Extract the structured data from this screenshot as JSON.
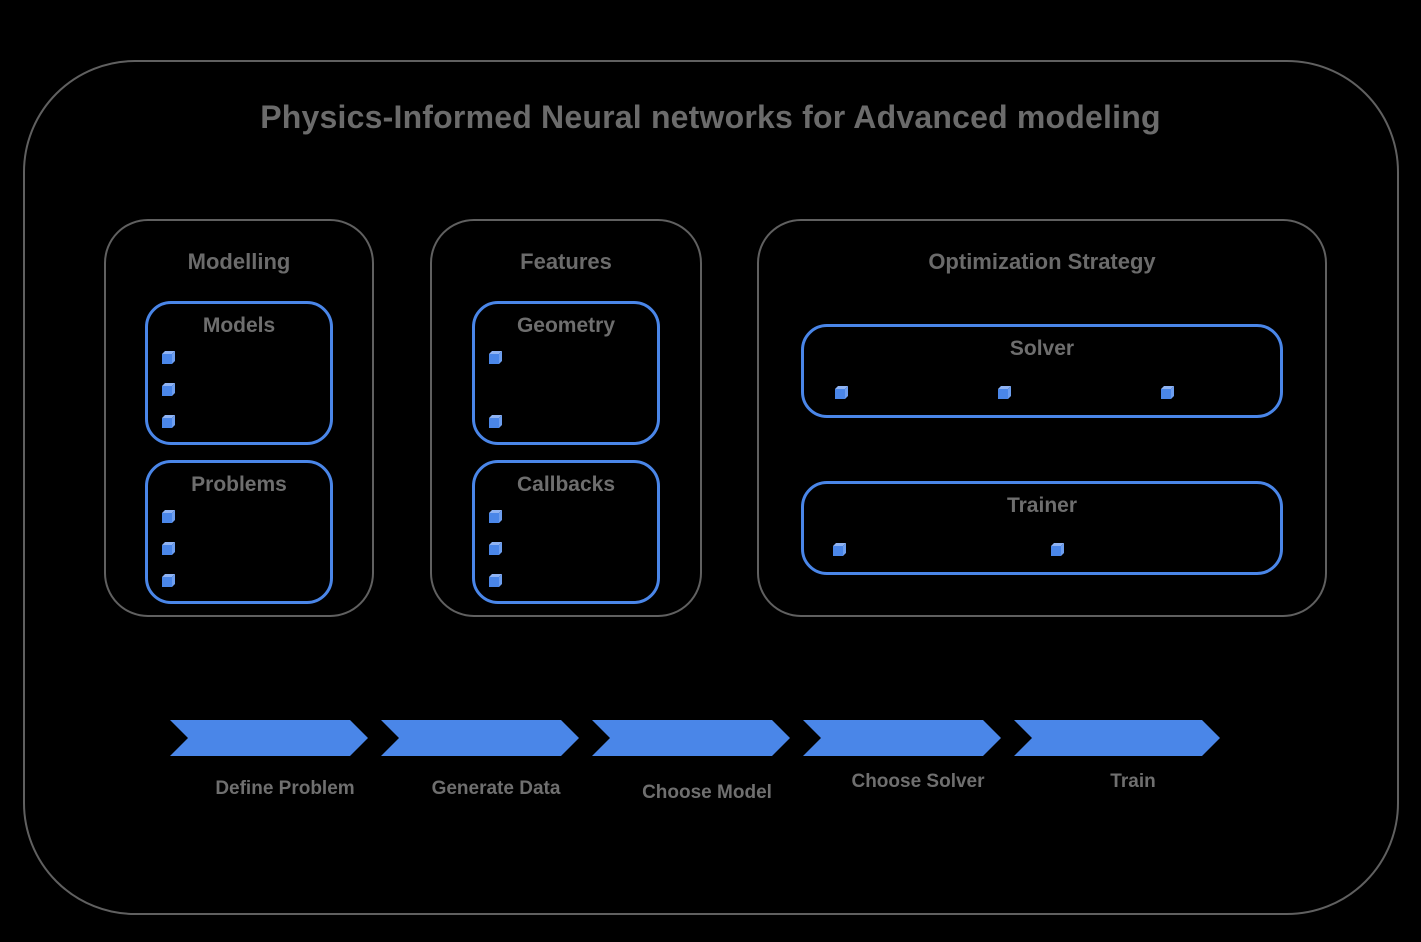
{
  "title": "Physics-Informed Neural networks for Advanced modeling",
  "sections": [
    {
      "label": "Modelling",
      "groups": [
        {
          "label": "Models",
          "item_count": 3
        },
        {
          "label": "Problems",
          "item_count": 3
        }
      ]
    },
    {
      "label": "Features",
      "groups": [
        {
          "label": "Geometry",
          "item_count": 2
        },
        {
          "label": "Callbacks",
          "item_count": 3
        }
      ]
    },
    {
      "label": "Optimization Strategy",
      "groups": [
        {
          "label": "Solver",
          "item_count": 3
        },
        {
          "label": "Trainer",
          "item_count": 2
        }
      ]
    }
  ],
  "pipeline": {
    "steps": [
      {
        "label": "Define Problem"
      },
      {
        "label": "Generate Data"
      },
      {
        "label": "Choose Model"
      },
      {
        "label": "Choose Solver"
      },
      {
        "label": "Train"
      }
    ]
  },
  "icons": {
    "list_bullet": "cube-icon"
  },
  "colors": {
    "background": "#000000",
    "accent_blue": "#4a86e8",
    "cube_top": "#8fb3f3",
    "cube_side": "#6d9eef",
    "outline_gray": "#606060",
    "text_gray": "#6b6b6b"
  }
}
